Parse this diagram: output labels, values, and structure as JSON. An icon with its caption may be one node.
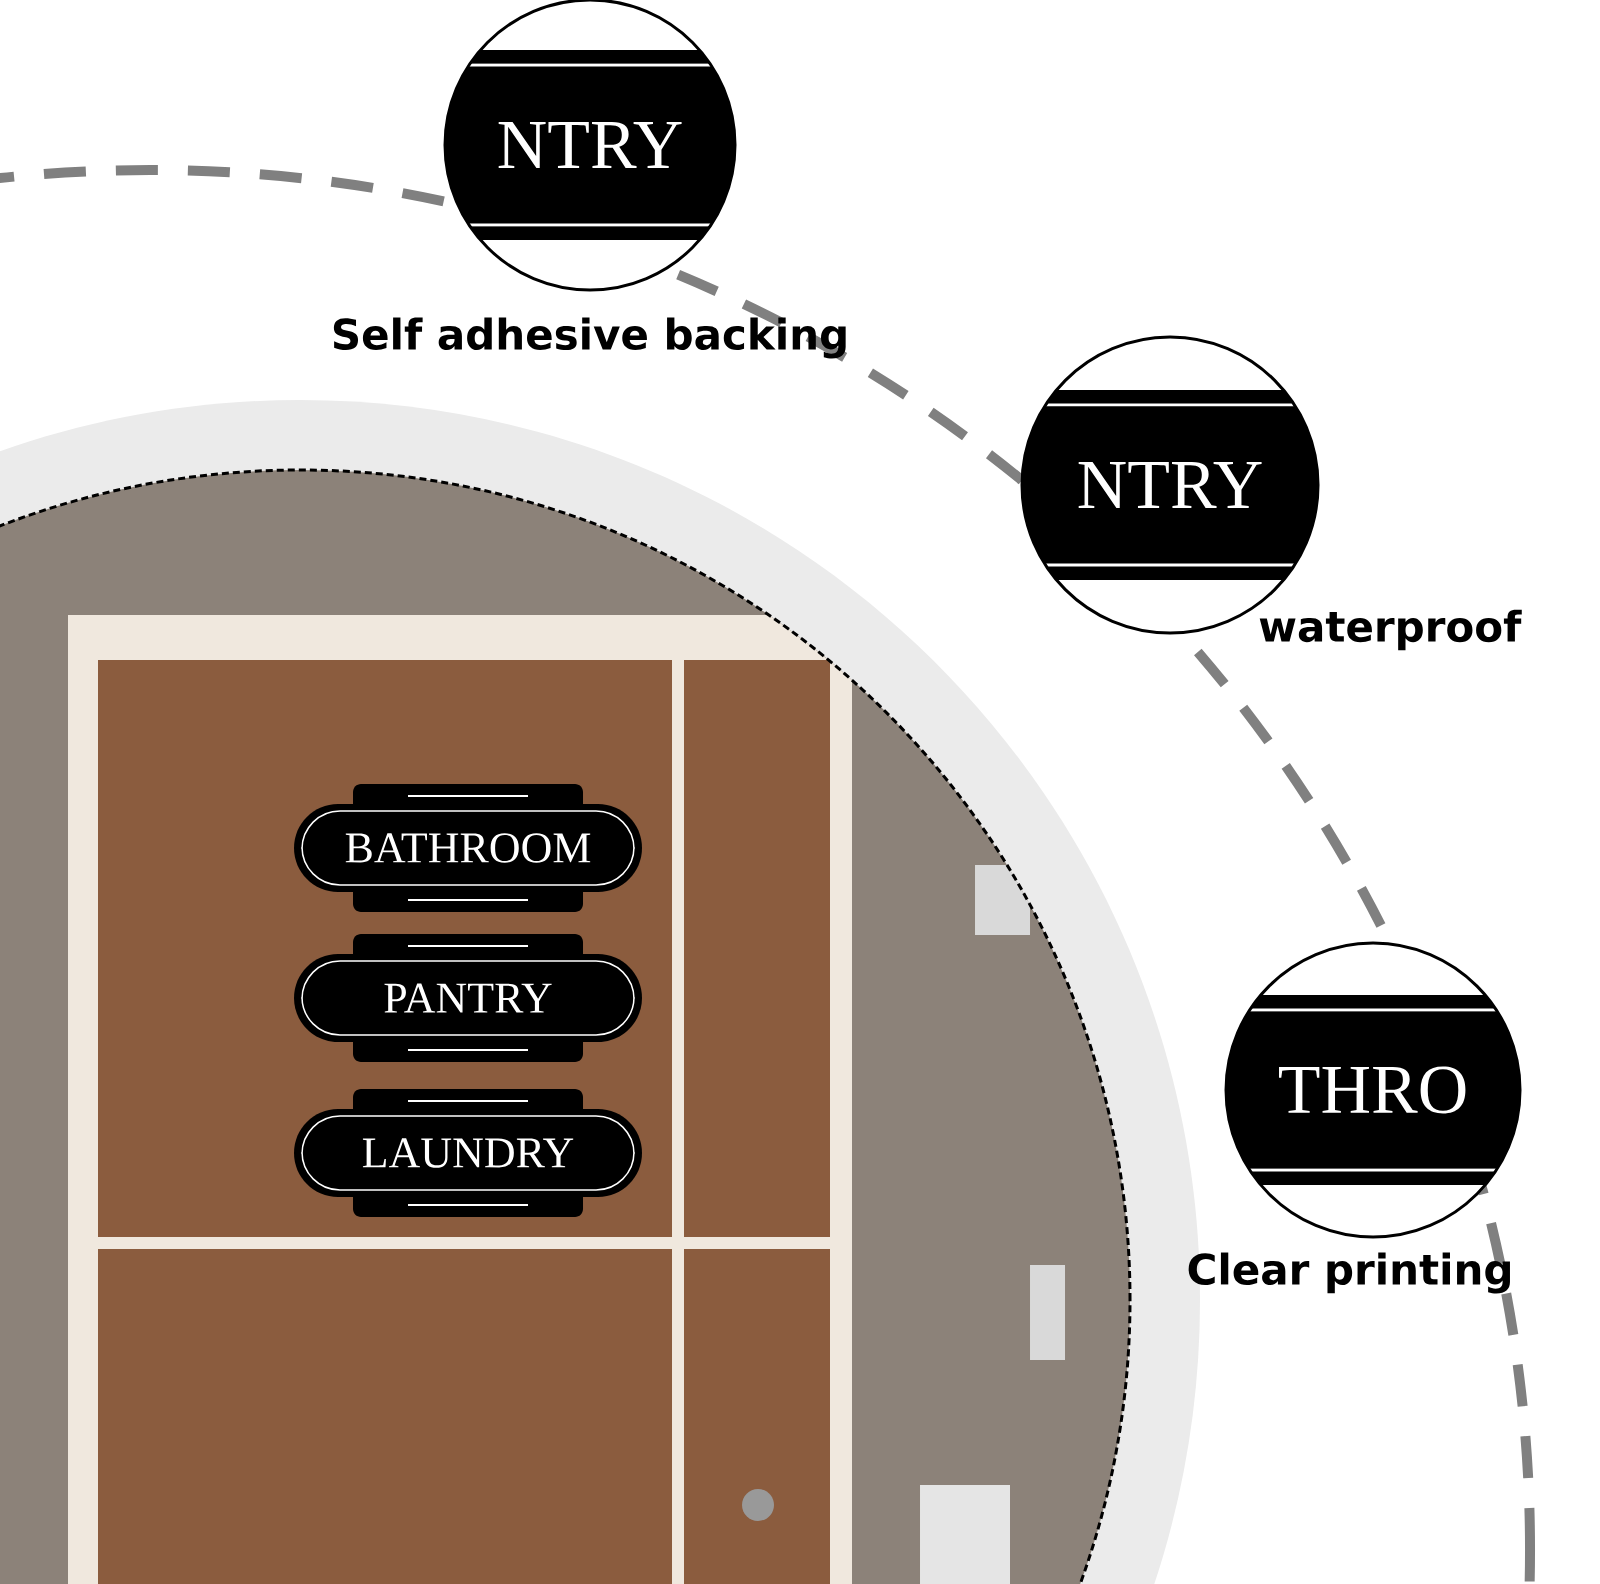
{
  "diagram": {
    "nodes": [
      {
        "text": [
          "NTRY"
        ],
        "beside": [
          "Self adhesive backing"
        ]
      },
      {
        "text": [
          "NTRY"
        ],
        "beside": [
          "waterproof"
        ]
      },
      {
        "text": [
          "THRO"
        ],
        "beside": [
          "Clear printing"
        ]
      },
      {
        "text": [
          "BATHROOM"
        ]
      },
      {
        "text": [
          "PANTRY"
        ]
      },
      {
        "text": [
          "LAUNDRY"
        ]
      }
    ],
    "edges": []
  }
}
